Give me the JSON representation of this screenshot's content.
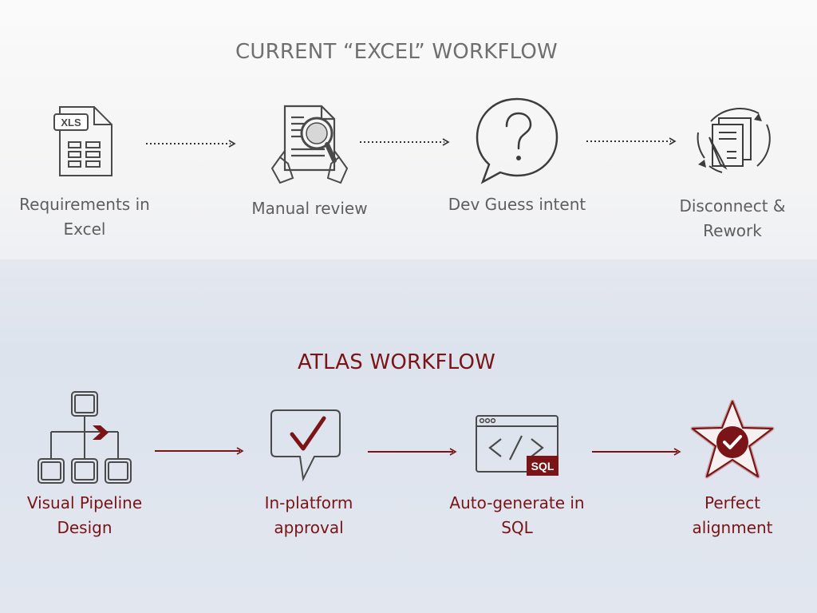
{
  "current_workflow": {
    "title": "CURRENT “EXCEL” WORKFLOW",
    "steps": [
      {
        "icon": "xls-file-icon",
        "label": "Requirements in Excel"
      },
      {
        "icon": "magnifier-review-icon",
        "label": "Manual review"
      },
      {
        "icon": "question-bubble-icon",
        "label": "Dev Guess intent"
      },
      {
        "icon": "rework-cycle-icon",
        "label": "Disconnect & Rework"
      }
    ]
  },
  "atlas_workflow": {
    "title": "ATLAS WORKFLOW",
    "steps": [
      {
        "icon": "pipeline-diagram-icon",
        "label": "Visual Pipeline Design"
      },
      {
        "icon": "checkmark-bubble-icon",
        "label": "In-platform approval"
      },
      {
        "icon": "code-window-icon",
        "label": "Auto-generate in SQL"
      },
      {
        "icon": "star-check-icon",
        "label": "Perfect alignment"
      }
    ]
  },
  "icon_text": {
    "xls": "XLS",
    "sql": "SQL"
  },
  "colors": {
    "accent": "#7a1416",
    "gray_text": "#5e5e5e",
    "icon_stroke": "#4a4a4a"
  }
}
